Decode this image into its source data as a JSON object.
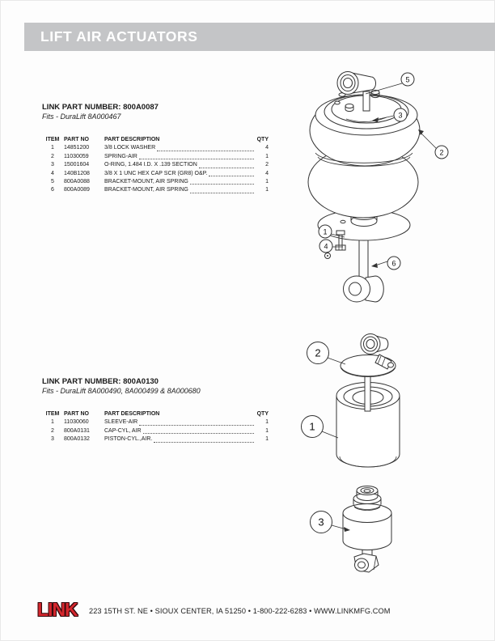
{
  "header": {
    "title": "LIFT AIR ACTUATORS"
  },
  "footer": {
    "logo": "LINK",
    "address": "223 15TH ST. NE • SIOUX CENTER, IA 51250 • 1-800-222-6283 • WWW.LINKMFG.COM"
  },
  "colors": {
    "header_bg": "#c4c5c7",
    "logo_red": "#d6272e",
    "line_art": "#333333"
  },
  "sections": [
    {
      "part_number_label": "LINK PART NUMBER: 800A0087",
      "fits": "Fits - DuraLift 8A000467",
      "table": {
        "headers": {
          "item": "ITEM",
          "part_no": "PART NO",
          "description": "PART DESCRIPTION",
          "qty": "QTY"
        },
        "rows": [
          {
            "item": "1",
            "part_no": "14851200",
            "description": "3/8 LOCK WASHER",
            "qty": "4"
          },
          {
            "item": "2",
            "part_no": "11030059",
            "description": "SPRING-AIR",
            "qty": "1"
          },
          {
            "item": "3",
            "part_no": "15001604",
            "description": "O-RING, 1.484 I.D. X .139 SECTION",
            "qty": "2"
          },
          {
            "item": "4",
            "part_no": "140B1208",
            "description": "3/8 X 1 UNC HEX CAP SCR (GR8) O&P.",
            "qty": "4"
          },
          {
            "item": "5",
            "part_no": "800A0088",
            "description": "BRACKET-MOUNT, AIR SPRING",
            "qty": "1"
          },
          {
            "item": "6",
            "part_no": "800A0089",
            "description": "BRACKET-MOUNT, AIR SPRING",
            "qty": "1"
          }
        ]
      }
    },
    {
      "part_number_label": "LINK PART NUMBER: 800A0130",
      "fits": "Fits - DuraLift 8A000490, 8A000499 & 8A000680",
      "table": {
        "headers": {
          "item": "ITEM",
          "part_no": "PART NO",
          "description": "PART DESCRIPTION",
          "qty": "QTY"
        },
        "rows": [
          {
            "item": "1",
            "part_no": "11030060",
            "description": "SLEEVE-AIR",
            "qty": "1"
          },
          {
            "item": "2",
            "part_no": "800A0131",
            "description": "CAP-CYL, AIR",
            "qty": "1"
          },
          {
            "item": "3",
            "part_no": "800A0132",
            "description": "PISTON-CYL.,AIR.",
            "qty": "1"
          }
        ]
      }
    }
  ],
  "diagrams": [
    {
      "name": "air-spring-assembly",
      "callouts": [
        "5",
        "3",
        "2",
        "1",
        "4",
        "6"
      ]
    },
    {
      "name": "sleeve-cylinder-assembly",
      "callouts": [
        "2",
        "1",
        "3"
      ]
    }
  ]
}
